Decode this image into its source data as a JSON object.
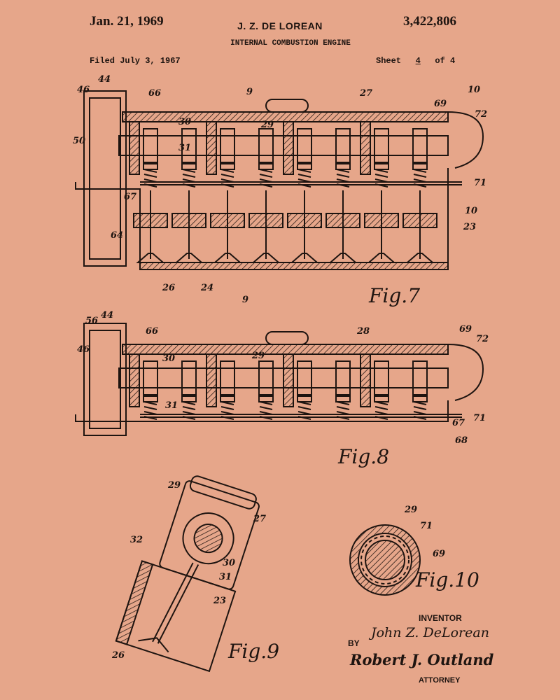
{
  "header": {
    "date": "Jan. 21, 1969",
    "inventor_name": "J. Z. DE LOREAN",
    "patent_number": "3,422,806",
    "title": "INTERNAL COMBUSTION ENGINE",
    "filed": "Filed July 3, 1967",
    "sheet_prefix": "Sheet",
    "sheet_number": "4",
    "sheet_suffix": "of 4"
  },
  "figures": {
    "fig7": {
      "caption": "Fig.7",
      "labels": [
        "46",
        "44",
        "66",
        "9",
        "27",
        "69",
        "10",
        "72",
        "50",
        "30",
        "31",
        "29",
        "67",
        "71",
        "10",
        "64",
        "23",
        "26",
        "24",
        "9"
      ]
    },
    "fig8": {
      "caption": "Fig.8",
      "labels": [
        "56",
        "44",
        "66",
        "28",
        "69",
        "72",
        "46",
        "30",
        "29",
        "31",
        "71",
        "67",
        "68"
      ]
    },
    "fig9": {
      "caption": "Fig.9",
      "labels": [
        "29",
        "27",
        "32",
        "30",
        "31",
        "23",
        "26"
      ]
    },
    "fig10": {
      "caption": "Fig.10",
      "labels": [
        "29",
        "71",
        "69"
      ]
    }
  },
  "signature_block": {
    "inventor_label": "INVENTOR",
    "inventor_signature": "John Z. DeLorean",
    "by_label": "BY",
    "attorney_signature": "Robert J. Outland",
    "attorney_label": "ATTORNEY"
  },
  "colors": {
    "paper": "#e6a68a",
    "ink": "#1e1410"
  }
}
